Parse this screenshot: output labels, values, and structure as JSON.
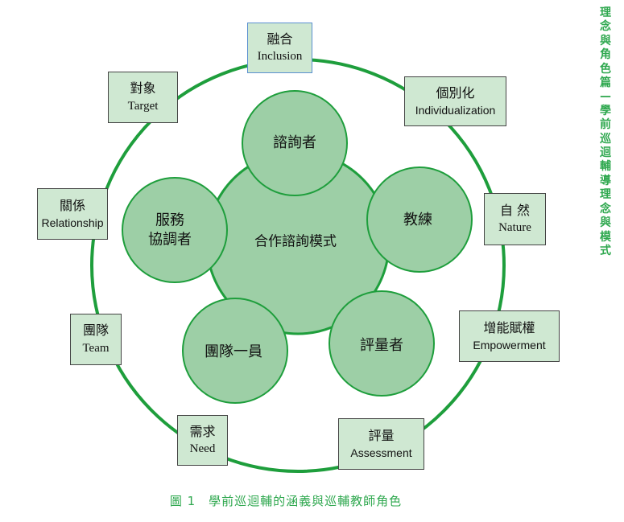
{
  "side_title": "理念與角色篇—學前巡迴輔導理念與模式",
  "caption": "圖 1　學前巡迴輔的涵義與巡輔教師角色",
  "center": {
    "label": "合作諮詢模式"
  },
  "roles": [
    {
      "label": "諮詢者"
    },
    {
      "label": "教練"
    },
    {
      "label": "評量者"
    },
    {
      "label": "團隊一員"
    },
    {
      "label": "服務\n協調者"
    }
  ],
  "concepts": [
    {
      "zh": "融合",
      "en": "Inclusion"
    },
    {
      "zh": "個別化",
      "en": "Individualization"
    },
    {
      "zh": "自 然",
      "en": "Nature"
    },
    {
      "zh": "增能賦權",
      "en": "Empowerment"
    },
    {
      "zh": "評量",
      "en": "Assessment"
    },
    {
      "zh": "需求",
      "en": "Need"
    },
    {
      "zh": "團隊",
      "en": "Team"
    },
    {
      "zh": "關係",
      "en": "Relationship"
    },
    {
      "zh": "對象",
      "en": "Target"
    }
  ],
  "colors": {
    "ring": "#1e9e3c",
    "circle_fill": "#9dcfa6",
    "box_fill": "#cfe8d2",
    "accent": "#2fa84f"
  }
}
